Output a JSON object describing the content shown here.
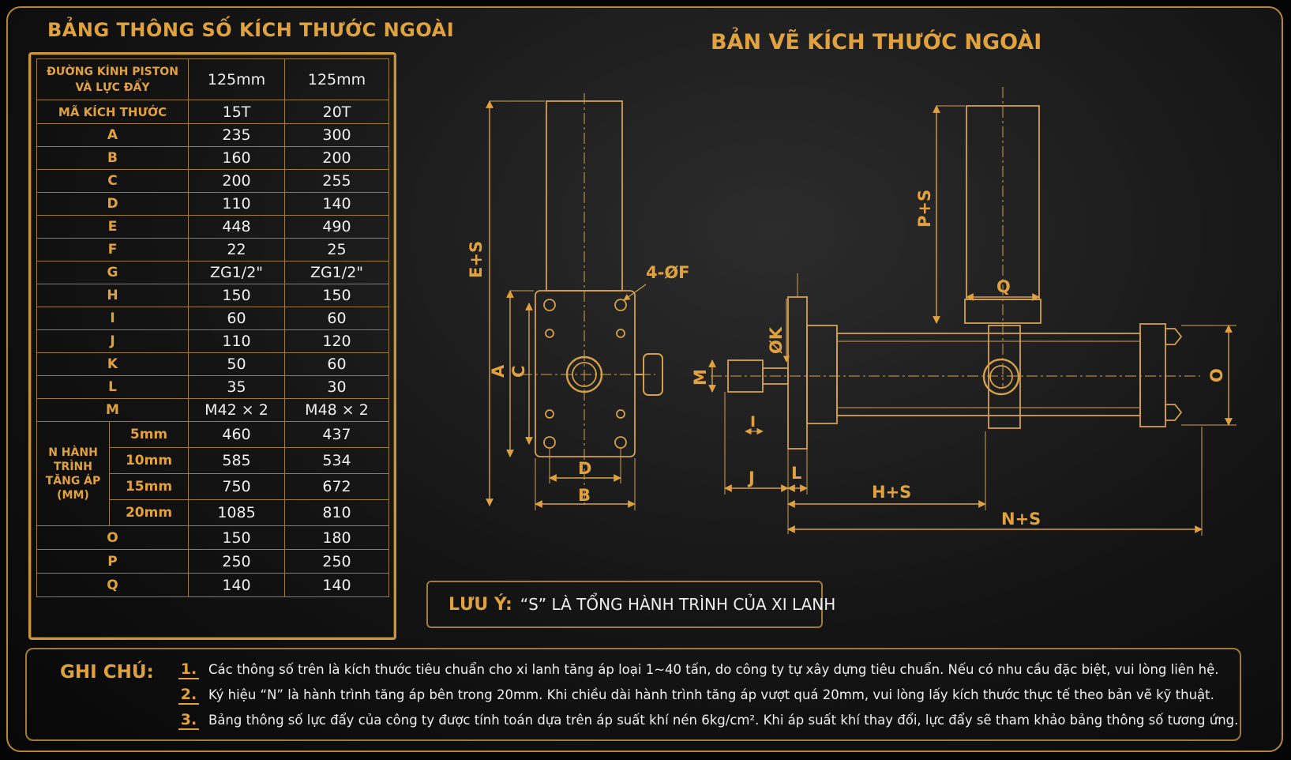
{
  "titles": {
    "table": "BẢNG THÔNG SỐ KÍCH THƯỚC NGOÀI",
    "drawing": "BẢN VẼ KÍCH THƯỚC NGOÀI"
  },
  "table": {
    "header": {
      "label": "ĐƯỜNG KÍNH PISTON VÀ LỰC ĐẨY",
      "col1": "125mm",
      "col2": "125mm"
    },
    "code_row": {
      "label": "MÃ KÍCH THƯỚC",
      "col1": "15T",
      "col2": "20T"
    },
    "rows_top": [
      {
        "label": "A",
        "v1": "235",
        "v2": "300"
      },
      {
        "label": "B",
        "v1": "160",
        "v2": "200"
      },
      {
        "label": "C",
        "v1": "200",
        "v2": "255"
      },
      {
        "label": "D",
        "v1": "110",
        "v2": "140"
      },
      {
        "label": "E",
        "v1": "448",
        "v2": "490"
      },
      {
        "label": "F",
        "v1": "22",
        "v2": "25"
      },
      {
        "label": "G",
        "v1": "ZG1/2\"",
        "v2": "ZG1/2\""
      },
      {
        "label": "H",
        "v1": "150",
        "v2": "150"
      },
      {
        "label": "I",
        "v1": "60",
        "v2": "60"
      },
      {
        "label": "J",
        "v1": "110",
        "v2": "120"
      },
      {
        "label": "K",
        "v1": "50",
        "v2": "60"
      },
      {
        "label": "L",
        "v1": "35",
        "v2": "30"
      },
      {
        "label": "M",
        "v1": "M42 × 2",
        "v2": "M48 × 2"
      }
    ],
    "n_group_label": "N HÀNH TRÌNH TĂNG ÁP (MM)",
    "n_rows": [
      {
        "label": "5mm",
        "v1": "460",
        "v2": "437"
      },
      {
        "label": "10mm",
        "v1": "585",
        "v2": "534"
      },
      {
        "label": "15mm",
        "v1": "750",
        "v2": "672"
      },
      {
        "label": "20mm",
        "v1": "1085",
        "v2": "810"
      }
    ],
    "rows_bottom": [
      {
        "label": "O",
        "v1": "150",
        "v2": "180"
      },
      {
        "label": "P",
        "v1": "250",
        "v2": "250"
      },
      {
        "label": "Q",
        "v1": "140",
        "v2": "140"
      }
    ]
  },
  "drawing_labels": {
    "es": "E+S",
    "a": "A",
    "c": "C",
    "d": "D",
    "b": "B",
    "f": "4-ØF",
    "ps": "P+S",
    "q": "Q",
    "k": "ØK",
    "m": "M",
    "i": "I",
    "j": "J",
    "l": "L",
    "hs": "H+S",
    "ns": "N+S",
    "o": "O"
  },
  "note": {
    "key": "LƯU Ý:",
    "text": "“S” LÀ TỔNG HÀNH TRÌNH CỦA XI LANH"
  },
  "ghichu": {
    "title": "GHI CHÚ:",
    "items": [
      {
        "n": "1.",
        "text": "Các thông số trên là kích thước tiêu chuẩn cho xi lanh tăng áp loại 1~40 tấn, do công ty tự xây dựng tiêu chuẩn. Nếu có nhu cầu đặc biệt, vui lòng liên hệ."
      },
      {
        "n": "2.",
        "text": "Ký hiệu “N” là hành trình tăng áp bên trong 20mm. Khi chiều dài hành trình tăng áp vượt quá 20mm, vui lòng lấy kích thước thực tế theo bản vẽ kỹ thuật."
      },
      {
        "n": "3.",
        "text": "Bảng thông số lực đẩy của công ty được tính toán dựa trên áp suất khí nén 6kg/cm². Khi áp suất khí thay đổi, lực đẩy sẽ tham khảo bảng thông số tương ứng."
      }
    ]
  },
  "colors": {
    "accent": "#e0a23e",
    "frame": "#b8863a",
    "background": "#0a0a0a"
  }
}
